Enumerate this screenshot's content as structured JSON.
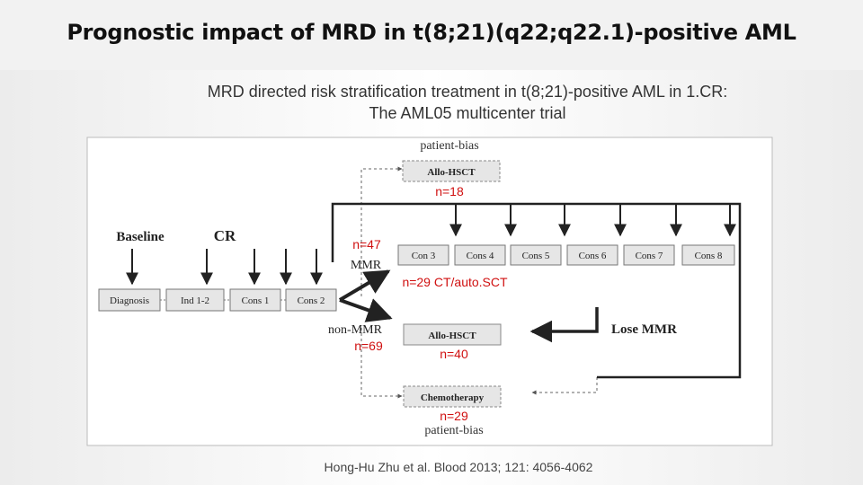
{
  "slide": {
    "title": "Prognostic impact of MRD in t(8;21)(q22;q22.1)-positive AML",
    "subtitle_line1": "MRD directed risk stratification treatment in t(8;21)-positive AML in 1.CR:",
    "subtitle_line2": "The AML05 multicenter trial",
    "citation": "Hong-Hu Zhu et al. Blood 2013; 121: 4056-4062"
  },
  "diagram": {
    "patient_bias_top": "patient-bias",
    "patient_bias_bottom": "patient-bias",
    "allo_top": "Allo-HSCT",
    "allo_mid": "Allo-HSCT",
    "chemo": "Chemotherapy",
    "baseline": "Baseline",
    "cr": "CR",
    "mmr": "MMR",
    "non_mmr": "non-MMR",
    "lose_mmr": "Lose  MMR",
    "timeline": [
      "Diagnosis",
      "Ind 1-2",
      "Cons 1",
      "Cons 2"
    ],
    "cons_chain": [
      "Con 3",
      "Cons 4",
      "Cons 5",
      "Cons 6",
      "Cons 7",
      "Cons 8"
    ],
    "annotations": {
      "n18": "n=18",
      "n47": "n=47",
      "n29_ct": "n=29 CT/auto.SCT",
      "n69": "n=69",
      "n40": "n=40",
      "n29": "n=29"
    },
    "colors": {
      "annotation": "#d01010",
      "box_fill": "#e6e6e6",
      "line": "#222222"
    }
  }
}
